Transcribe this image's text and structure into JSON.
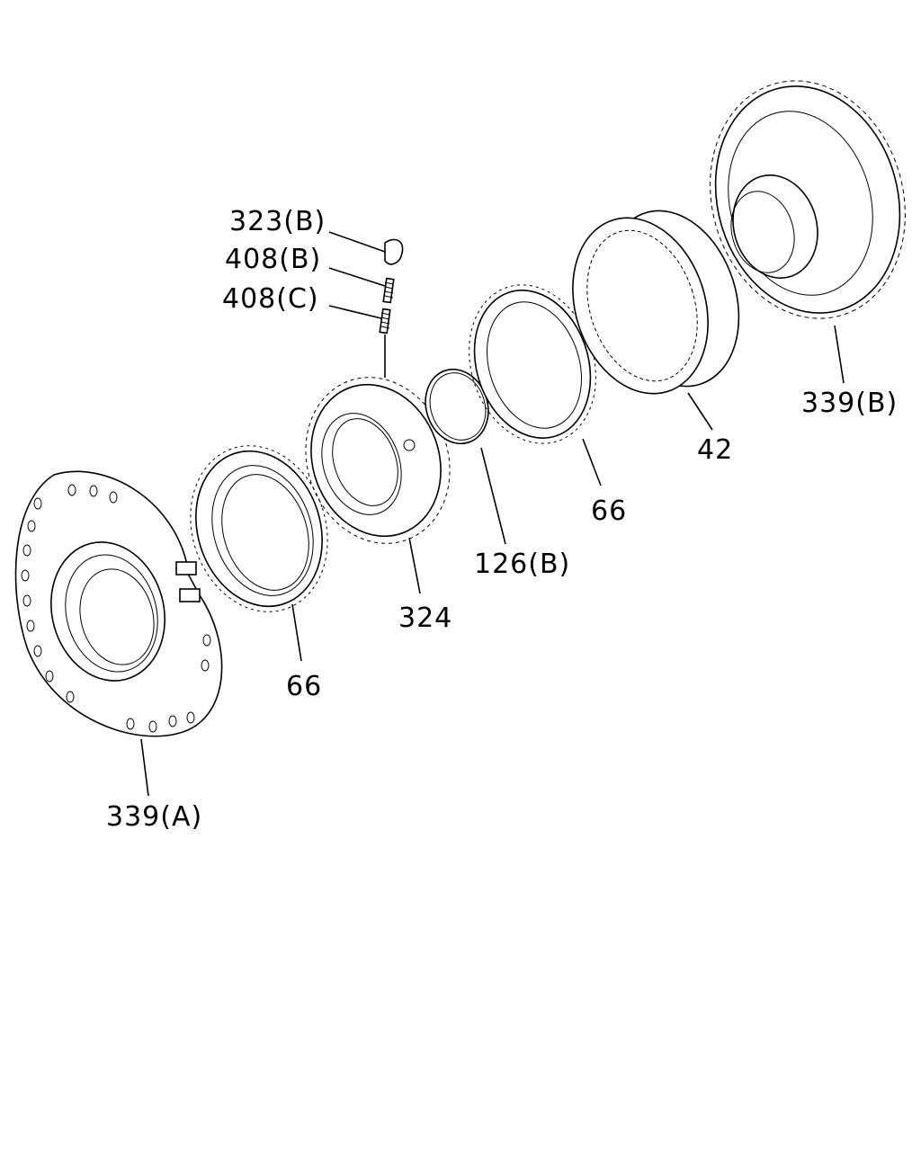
{
  "callouts": {
    "c323b": "323(B)",
    "c408b": "408(B)",
    "c408c": "408(C)",
    "c324": "324",
    "c66_left": "66",
    "c66_right": "66",
    "c126b": "126(B)",
    "c42": "42",
    "c339a": "339(A)",
    "c339b": "339(B)"
  }
}
